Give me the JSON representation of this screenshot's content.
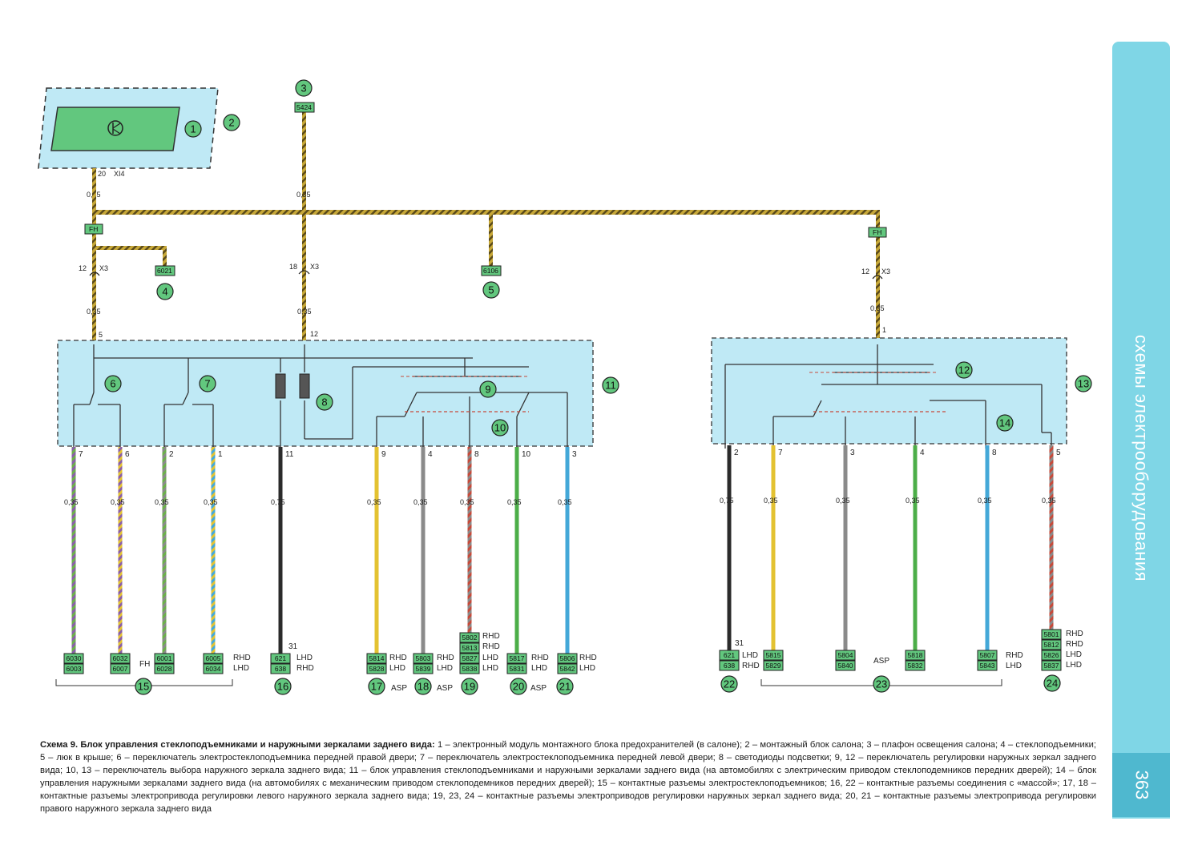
{
  "page": {
    "number": "363",
    "section": "схемы электрооборудования"
  },
  "caption": {
    "title": "Схема 9. Блок управления стеклоподъемниками и наружными зеркалами заднего вида:",
    "text": " 1 – электронный модуль монтажного блока предохранителей (в салоне); 2 – монтажный блок салона; 3 – плафон освещения салона; 4 – стеклоподъемники; 5 – люк в крыше; 6 – переключатель электростеклоподъемника передней правой двери; 7 – переключатель электростеклоподъемника передней левой двери; 8 – светодиоды подсветки; 9, 12 – переключатель регулировки наружных зеркал заднего вида; 10, 13 – переключатель выбора наружного зеркала заднего вида; 11 – блок управления стеклоподъемниками и наружными зеркалами заднего вида (на автомобилях с электрическим приводом стеклоподемников передних дверей); 14 – блок управления наружными зеркалами заднего вида (на автомобилях с механическим приводом стеклоподемников передних дверей); 15 – контактные разъемы электростеклоподъемников; 16, 22 – контактные разъемы соединения с «массой»; 17, 18 – контактные разъемы электропривода регулировки левого наружного зеркала заднего вида; 19, 23, 24 – контактные разъемы электроприводов регулировки наружных зеркал заднего вида; 20, 21 – контактные разъемы электропривода регулировки правого наружного зеркала заднего вида"
  },
  "colors": {
    "module": "#62c77e",
    "block": "#bfe9f5",
    "connector": "#62c77e",
    "bus": "#c7a838",
    "wire_black": "#2b2b2b",
    "wire_yellow": "#e3c232",
    "wire_grey": "#8a8a8a",
    "wire_red": "#c74a3a",
    "wire_green": "#4cae48",
    "wire_blue": "#44a8d8",
    "wire_violet": "#8a5fa8",
    "tab": "#7fd6e6"
  },
  "top": {
    "connector_xi4": {
      "pin": "20",
      "label": "XI4",
      "gauge": "0,35"
    },
    "lamp_connector": "5424",
    "lamp_gauge": "0,35",
    "fh": "FH",
    "x3_left": {
      "pin": "12",
      "label": "X3",
      "gauge": "0,35",
      "block_pin": "5"
    },
    "x3_mid": {
      "pin": "18",
      "label": "X3",
      "gauge": "0,35",
      "block_pin": "12"
    },
    "x3_right": {
      "pin": "12",
      "label": "X3",
      "gauge": "0,35",
      "block_pin": "1"
    },
    "conn_6021": "6021",
    "conn_6106": "6106"
  },
  "left_wires": [
    {
      "pin": "7",
      "gauge": "0,35",
      "codes": [
        "6030",
        "6003"
      ]
    },
    {
      "pin": "6",
      "gauge": "0,35",
      "codes": [
        "6032",
        "6007"
      ]
    },
    {
      "pin": "2",
      "gauge": "0,35",
      "codes": [
        "6001",
        "6028"
      ]
    },
    {
      "pin": "1",
      "gauge": "0,35",
      "codes": [
        "6005",
        "6034"
      ]
    },
    {
      "pin": "11",
      "gauge": "0,75",
      "codes": [
        "621",
        "638"
      ]
    },
    {
      "pin": "9",
      "gauge": "0,35",
      "codes": [
        "5814",
        "5828"
      ]
    },
    {
      "pin": "4",
      "gauge": "0,35",
      "codes": [
        "5803",
        "5839"
      ]
    },
    {
      "pin": "8",
      "gauge": "0,35",
      "codes": [
        "5802",
        "5813",
        "5827",
        "5838"
      ]
    },
    {
      "pin": "10",
      "gauge": "0,35",
      "codes": [
        "5817",
        "5831"
      ]
    },
    {
      "pin": "3",
      "gauge": "0,35",
      "codes": [
        "5806",
        "5842"
      ]
    }
  ],
  "right_wires": [
    {
      "pin": "2",
      "gauge": "0,75",
      "codes": [
        "621",
        "638"
      ]
    },
    {
      "pin": "7",
      "gauge": "0,35",
      "codes": [
        "5815",
        "5829"
      ]
    },
    {
      "pin": "3",
      "gauge": "0,35",
      "codes": [
        "5804",
        "5840"
      ]
    },
    {
      "pin": "4",
      "gauge": "0,35",
      "codes": [
        "5818",
        "5832"
      ]
    },
    {
      "pin": "8",
      "gauge": "0,35",
      "codes": [
        "5807",
        "5843"
      ]
    },
    {
      "pin": "5",
      "gauge": "0,35",
      "codes": [
        "5801",
        "5812",
        "5826",
        "5837"
      ]
    }
  ],
  "side_labels": {
    "fh": "FH",
    "rhd": "RHD",
    "lhd": "LHD",
    "asp": "ASP",
    "ground": "31"
  },
  "callouts": [
    "1",
    "2",
    "3",
    "4",
    "5",
    "6",
    "7",
    "8",
    "9",
    "10",
    "11",
    "12",
    "13",
    "14",
    "15",
    "16",
    "17",
    "18",
    "19",
    "20",
    "21",
    "22",
    "23",
    "24"
  ]
}
